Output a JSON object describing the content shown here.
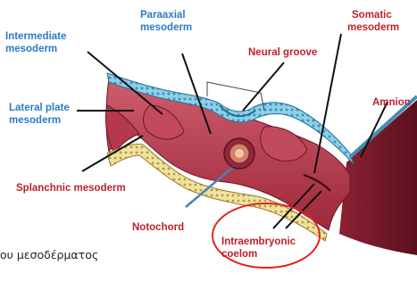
{
  "colors": {
    "label_blue": "#2b7bc4",
    "label_red": "#c0202a",
    "leader_line": "#111111",
    "notochord_pointer": "#4a7fc0",
    "highlight_circle": "#e32222",
    "ectoderm": "#7fc6e0",
    "mesoderm": "#b0344a",
    "endoderm": "#e8d890",
    "amnion": "#6a1422"
  },
  "labels": {
    "intermediate_mesoderm": [
      "Intermediate",
      "mesoderm"
    ],
    "paraaxial_mesoderm": [
      "Paraaxial",
      "mesoderm"
    ],
    "somatic_mesoderm": [
      "Somatic",
      "mesoderm"
    ],
    "neural_groove": "Neural groove",
    "lateral_plate_mesoderm": [
      "Lateral plate",
      "mesoderm"
    ],
    "amnion": "Amnion",
    "splanchnic_mesoderm": "Splanchnic mesoderm",
    "notochord": "Notochord",
    "intraembryonic_coelom": [
      "Intraembryonic",
      "coelom"
    ]
  },
  "caption": "ου μεσοδέρματος"
}
